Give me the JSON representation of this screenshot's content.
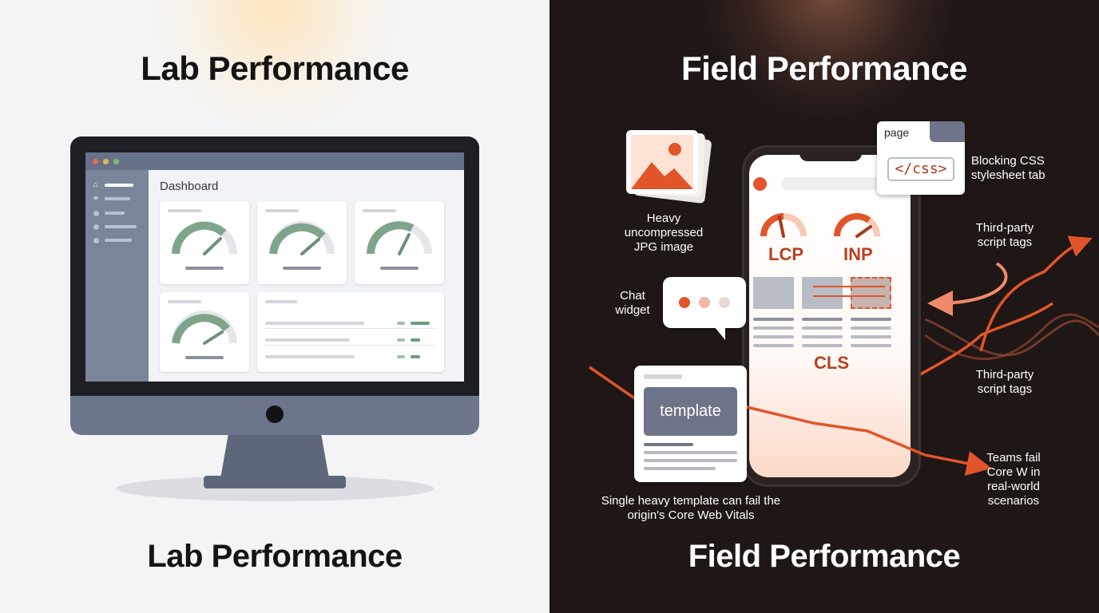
{
  "left_panel": {
    "title_top": "Lab Performance",
    "title_bottom": "Lab Performance",
    "dashboard_label": "Dashboard"
  },
  "right_panel": {
    "title_top": "Field Performance",
    "title_bottom": "Field Performance",
    "metrics": {
      "lcp": "LCP",
      "inp": "INP",
      "cls": "CLS"
    },
    "css_card": {
      "label": "page",
      "code": "</css>"
    },
    "template_card": {
      "label": "template"
    },
    "annotations": {
      "image": "Heavy uncompressed JPG image",
      "chat": "Chat widget",
      "css": "Blocking CSS stylesheet tab",
      "third_party_1": "Third-party script tags",
      "third_party_2": "Third-party script tags",
      "teams": "Teams fail Core W in real-world scenarios",
      "template": "Single heavy template can fail the origin's Core Web Vitals"
    }
  },
  "colors": {
    "accent": "#e2542a",
    "gauge_green": "#7ea58a",
    "dark_bg": "#1e1716",
    "light_bg": "#f3f4f6"
  }
}
